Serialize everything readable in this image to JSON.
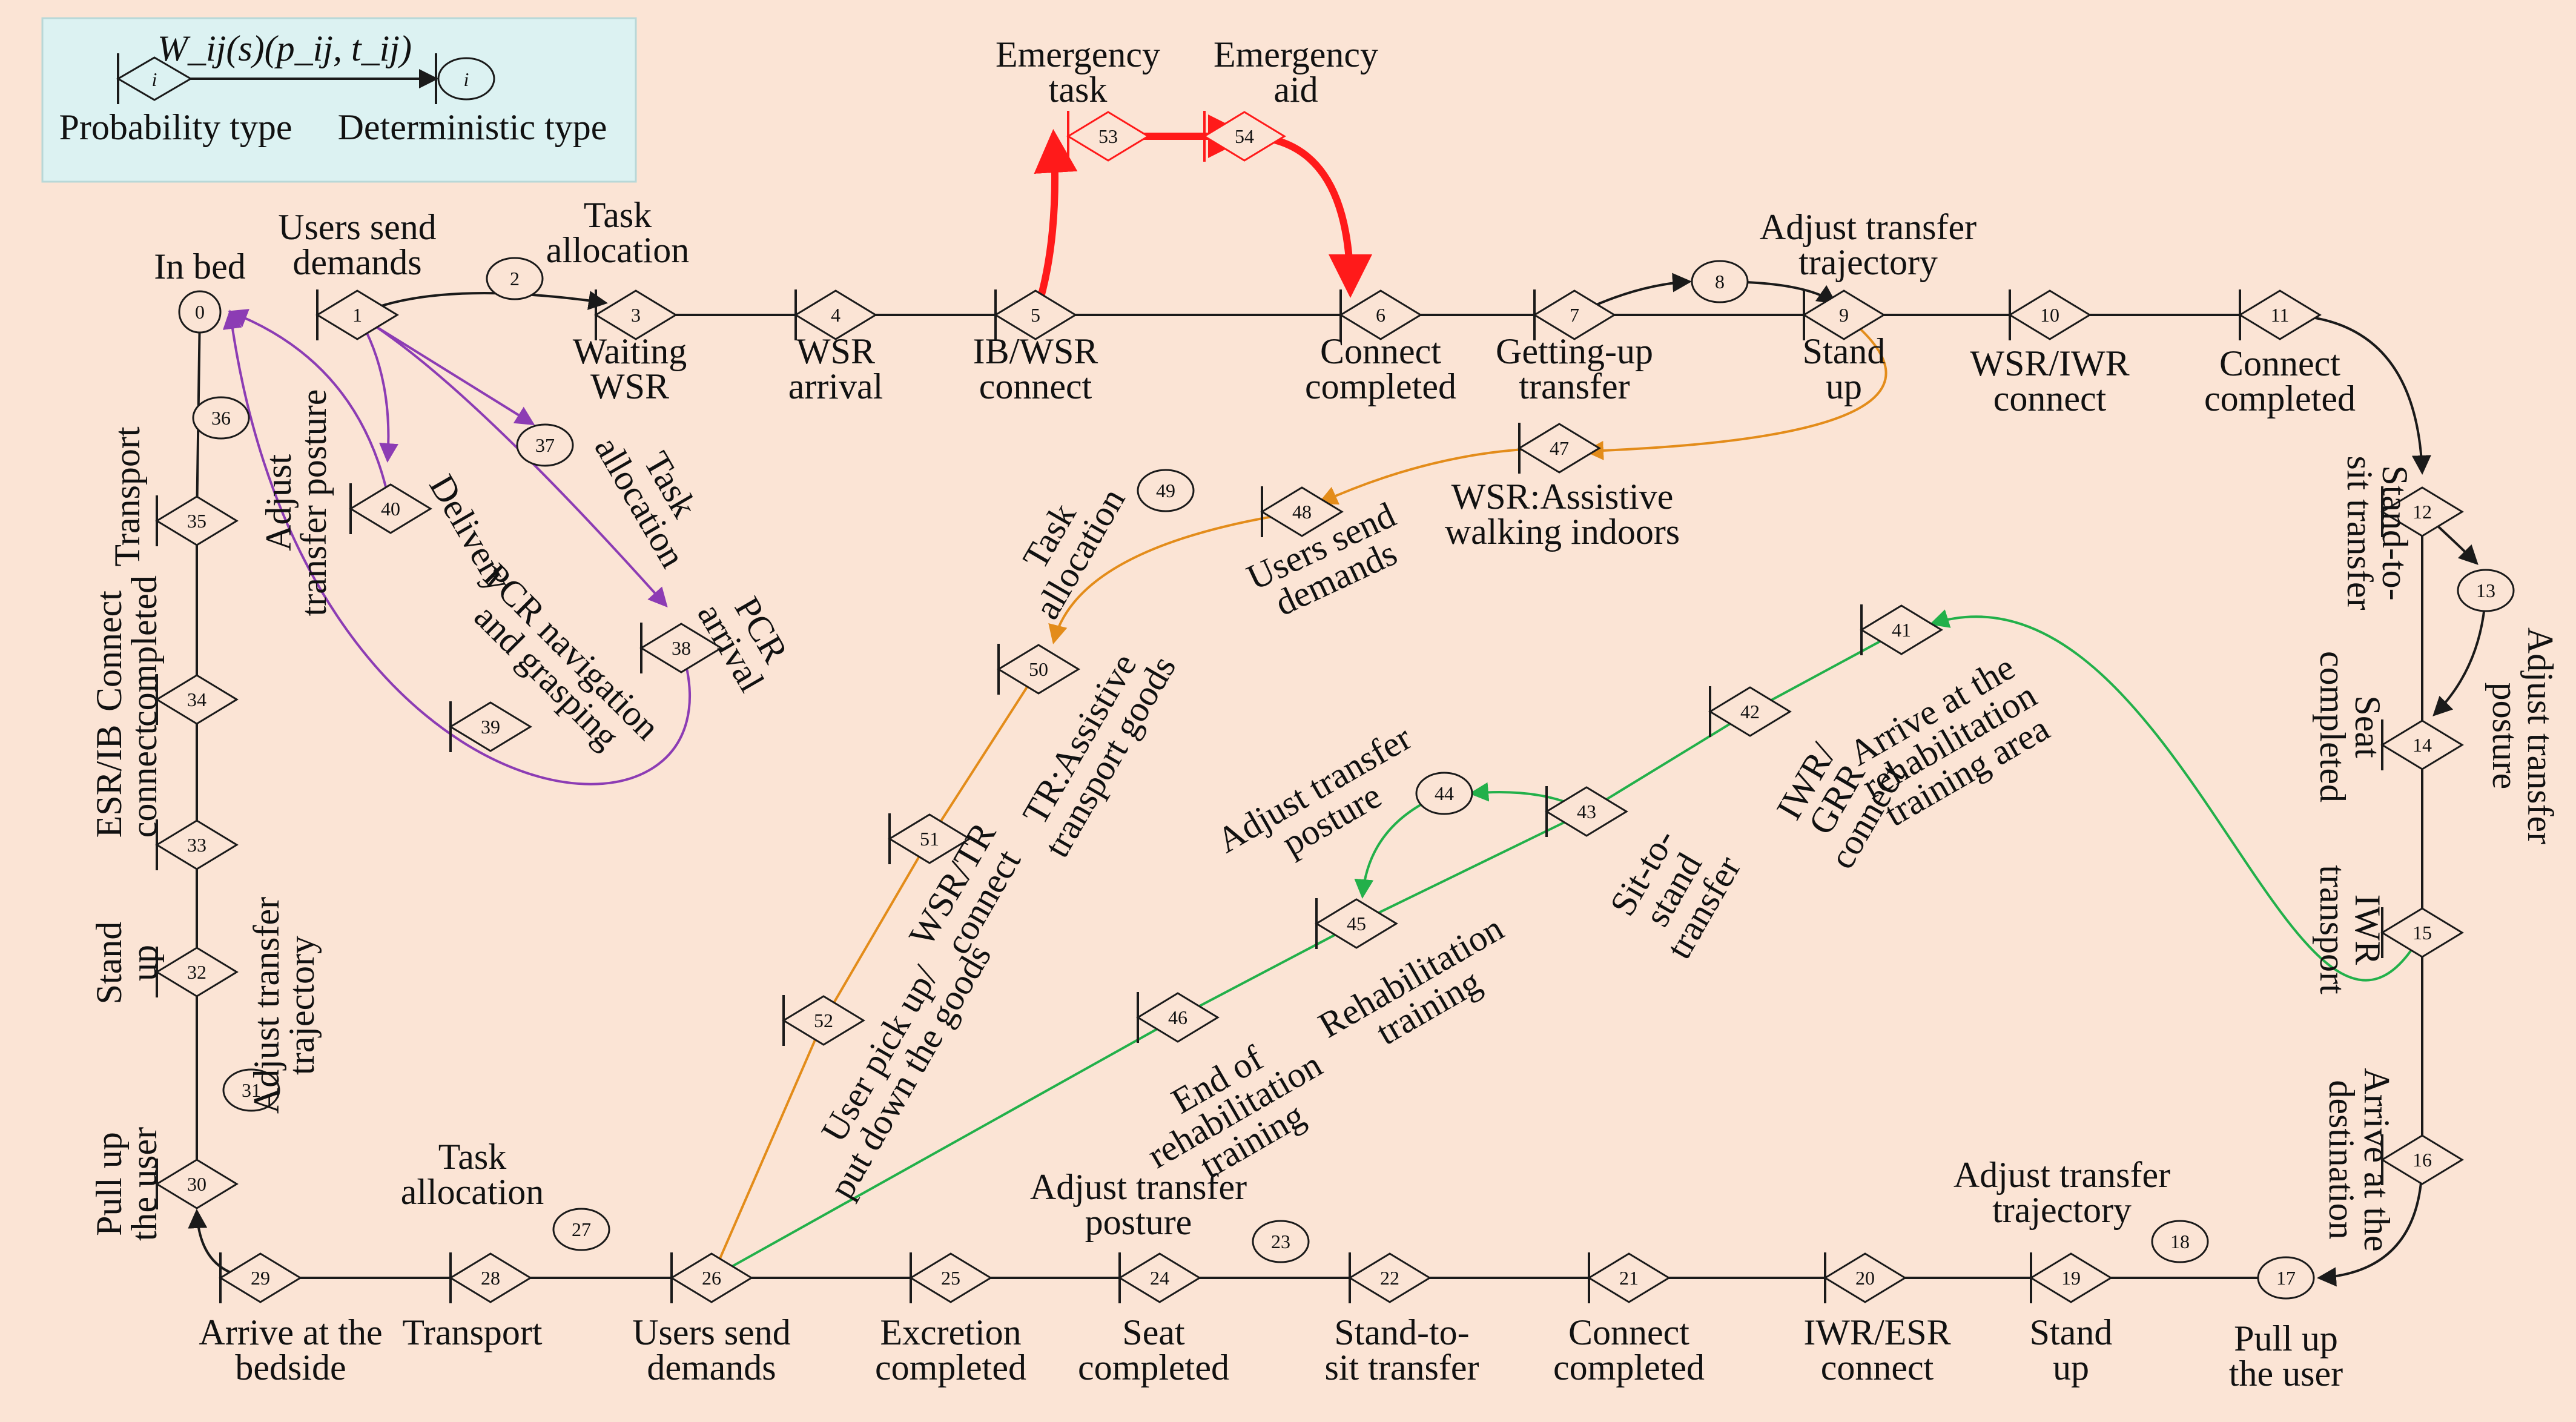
{
  "colors": {
    "background": "#fbe4d5",
    "legend_bg": "#dcf2f2",
    "main": "#1a1a1a",
    "emergency": "#ff1a1a",
    "transport_goods": "#e38c1a",
    "rehab": "#22b04a",
    "pcr": "#8c3cb4"
  },
  "legend": {
    "formula": "W_ij(s)(p_ij, t_ij)",
    "node_symbol": "i",
    "probability_type": "Probability type",
    "deterministic_type": "Deterministic type"
  },
  "nodes": [
    {
      "id": "0",
      "shape": "circle"
    },
    {
      "id": "1",
      "shape": "diamond"
    },
    {
      "id": "2",
      "shape": "oval"
    },
    {
      "id": "3",
      "shape": "diamond"
    },
    {
      "id": "4",
      "shape": "diamond"
    },
    {
      "id": "5",
      "shape": "diamond"
    },
    {
      "id": "6",
      "shape": "diamond"
    },
    {
      "id": "7",
      "shape": "diamond"
    },
    {
      "id": "8",
      "shape": "oval"
    },
    {
      "id": "9",
      "shape": "diamond"
    },
    {
      "id": "10",
      "shape": "diamond"
    },
    {
      "id": "11",
      "shape": "diamond"
    },
    {
      "id": "12",
      "shape": "diamond"
    },
    {
      "id": "13",
      "shape": "oval"
    },
    {
      "id": "14",
      "shape": "diamond"
    },
    {
      "id": "15",
      "shape": "diamond"
    },
    {
      "id": "16",
      "shape": "diamond"
    },
    {
      "id": "17",
      "shape": "oval"
    },
    {
      "id": "18",
      "shape": "oval"
    },
    {
      "id": "19",
      "shape": "diamond"
    },
    {
      "id": "20",
      "shape": "diamond"
    },
    {
      "id": "21",
      "shape": "diamond"
    },
    {
      "id": "22",
      "shape": "diamond"
    },
    {
      "id": "23",
      "shape": "oval"
    },
    {
      "id": "24",
      "shape": "diamond"
    },
    {
      "id": "25",
      "shape": "diamond"
    },
    {
      "id": "26",
      "shape": "diamond"
    },
    {
      "id": "27",
      "shape": "oval"
    },
    {
      "id": "28",
      "shape": "diamond"
    },
    {
      "id": "29",
      "shape": "diamond"
    },
    {
      "id": "30",
      "shape": "diamond"
    },
    {
      "id": "31",
      "shape": "oval"
    },
    {
      "id": "32",
      "shape": "diamond"
    },
    {
      "id": "33",
      "shape": "diamond"
    },
    {
      "id": "34",
      "shape": "diamond"
    },
    {
      "id": "35",
      "shape": "diamond"
    },
    {
      "id": "36",
      "shape": "oval"
    },
    {
      "id": "37",
      "shape": "oval"
    },
    {
      "id": "38",
      "shape": "diamond"
    },
    {
      "id": "39",
      "shape": "diamond"
    },
    {
      "id": "40",
      "shape": "diamond"
    },
    {
      "id": "41",
      "shape": "diamond"
    },
    {
      "id": "42",
      "shape": "diamond"
    },
    {
      "id": "43",
      "shape": "diamond"
    },
    {
      "id": "44",
      "shape": "oval"
    },
    {
      "id": "45",
      "shape": "diamond"
    },
    {
      "id": "46",
      "shape": "diamond"
    },
    {
      "id": "47",
      "shape": "diamond"
    },
    {
      "id": "48",
      "shape": "diamond"
    },
    {
      "id": "49",
      "shape": "oval"
    },
    {
      "id": "50",
      "shape": "diamond"
    },
    {
      "id": "51",
      "shape": "diamond"
    },
    {
      "id": "52",
      "shape": "diamond"
    },
    {
      "id": "53",
      "shape": "diamond"
    },
    {
      "id": "54",
      "shape": "diamond"
    }
  ],
  "labels": [
    "In bed",
    "Users send demands",
    "Task allocation",
    "Waiting WSR",
    "WSR arrival",
    "IB/WSR connect",
    "Emergency task",
    "Emergency aid",
    "Connect completed",
    "Getting-up transfer",
    "Adjust transfer trajectory",
    "Stand up",
    "WSR/IWR connect",
    "Connect completed",
    "Stand-to-sit transfer",
    "Adjust transfer posture",
    "Seat completed",
    "IWR transport",
    "Arrive at the destination",
    "Pull up the user",
    "Adjust transfer trajectory",
    "Stand up",
    "IWR/ESR connect",
    "Connect completed",
    "Stand-to-sit transfer",
    "Adjust transfer posture",
    "Seat completed",
    "Excretion completed",
    "Users send demands",
    "Task allocation",
    "Transport",
    "Arrive at the bedside",
    "Pull up the user",
    "Adjust transfer trajectory",
    "Stand up",
    "ESR/IB connect",
    "Connect completed",
    "Transport",
    "Adjust transfer posture",
    "Task allocation",
    "Delivery",
    "PCR arrival",
    "PCR navigation and grasping",
    "WSR:Assistive walking indoors",
    "Users send demands",
    "Task allocation",
    "TR:Assistive transport goods",
    "WSR/TR connect",
    "User pick up/ put down the goods",
    "Adjust transfer posture",
    "Sit-to-stand transfer",
    "IWR/ GRR connect",
    "Arrive at the rehabilitation training area",
    "Rehabilitation training",
    "End of rehabilitation training"
  ]
}
